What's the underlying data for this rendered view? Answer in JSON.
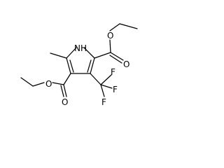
{
  "molecule": {
    "atoms": {
      "nh": "NH",
      "o_ester_top_single": "O",
      "o_ester_top_double": "O",
      "o_ester_bottom_single": "O",
      "o_ester_bottom_double": "O",
      "f_top": "F",
      "f_right": "F",
      "f_bottom": "F"
    }
  }
}
